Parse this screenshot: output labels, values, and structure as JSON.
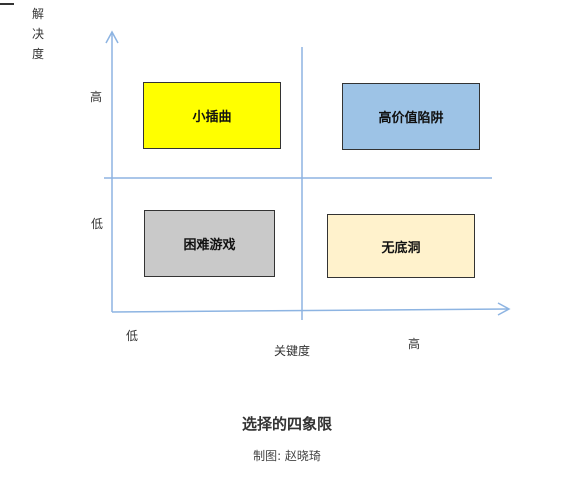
{
  "y_axis": {
    "label_chars": [
      "解",
      "决",
      "度"
    ],
    "high_label": "高",
    "low_label": "低"
  },
  "x_axis": {
    "label": "关键度",
    "low_label": "低",
    "high_label": "高"
  },
  "quadrants": {
    "top_left": {
      "label": "小插曲",
      "color": "#ffff00"
    },
    "top_right": {
      "label": "高价值陷阱",
      "color": "#9dc3e6"
    },
    "bottom_left": {
      "label": "困难游戏",
      "color": "#c9c9c9"
    },
    "bottom_right": {
      "label": "无底洞",
      "color": "#fff2cc"
    }
  },
  "colors": {
    "axis": "#8db4e2",
    "divider": "#8db4e2"
  },
  "title": "选择的四象限",
  "caption": "制图: 赵晓琦"
}
